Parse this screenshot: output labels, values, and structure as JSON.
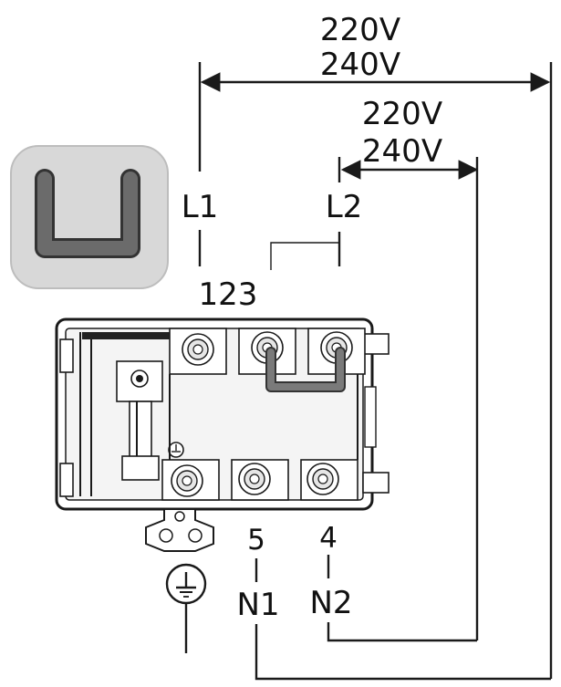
{
  "voltage_outer": {
    "line1": "220V",
    "line2": "240V"
  },
  "voltage_inner": {
    "line1": "220V",
    "line2": "240V"
  },
  "terminals": {
    "L1": "L1",
    "L2": "L2",
    "top_numbers": "123",
    "num5": "5",
    "num4": "4",
    "N1": "N1",
    "N2": "N2"
  },
  "icons": {
    "bridge": "u-bridge-icon",
    "ground": "ground-icon"
  },
  "colors": {
    "stroke": "#1a1a1a",
    "bridge_fill": "#6b6b6b",
    "bridge_bg": "#d8d8d8",
    "box_fill": "#f4f4f4"
  }
}
